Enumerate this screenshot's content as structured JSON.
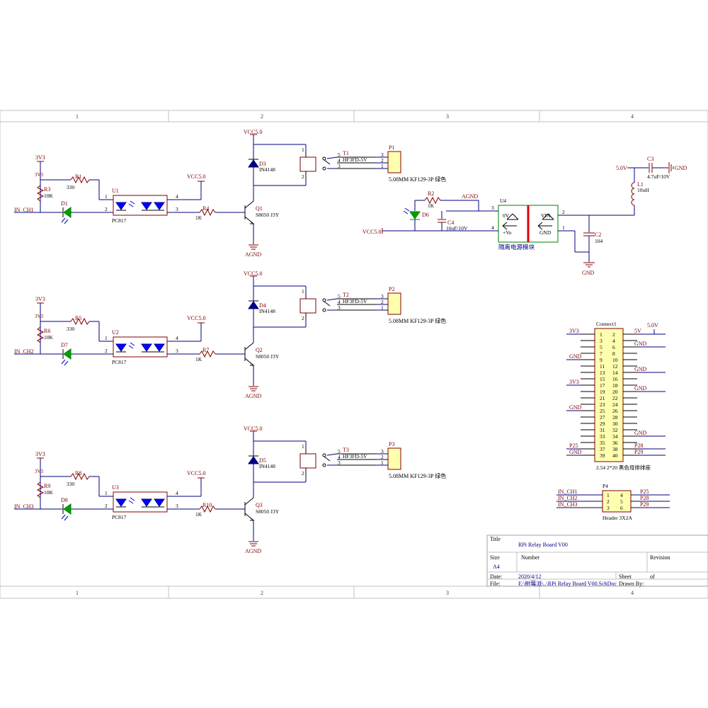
{
  "zones": {
    "top": [
      "1",
      "2",
      "3",
      "4"
    ],
    "bottom": [
      "1",
      "2",
      "3",
      "4"
    ]
  },
  "channels": [
    {
      "in": "IN_CH1",
      "supply": "3V3",
      "rin": "R3",
      "rin_val": "10K",
      "rs": "R1",
      "rs_val": "330",
      "led": "D1",
      "opto": "U1",
      "opto_part": "PC817",
      "vcc": "VCC5.0",
      "rb": "R4",
      "rb_val": "1K",
      "q": "Q1",
      "q_part": "S8050 J3Y",
      "gnd": "AGND",
      "dd": "D3",
      "dd_part": "IN4148",
      "relay": "T1",
      "relay_part": "HF3FD-5V",
      "conn": "P1",
      "conn_part": "5.08MM KF129-3P 绿色"
    },
    {
      "in": "IN_CH2",
      "supply": "3V3",
      "rin": "R6",
      "rin_val": "10K",
      "rs": "R5",
      "rs_val": "330",
      "led": "D7",
      "opto": "U2",
      "opto_part": "PC817",
      "vcc": "VCC5.0",
      "rb": "R7",
      "rb_val": "1K",
      "q": "Q2",
      "q_part": "S8050 J3Y",
      "gnd": "AGND",
      "dd": "D4",
      "dd_part": "IN4148",
      "relay": "T2",
      "relay_part": "HF3FD-5V",
      "conn": "P2",
      "conn_part": "5.08MM KF129-3P 绿色"
    },
    {
      "in": "IN_CH3",
      "supply": "3V3",
      "rin": "R9",
      "rin_val": "10K",
      "rs": "R8",
      "rs_val": "330",
      "led": "D8",
      "opto": "U3",
      "opto_part": "PC817",
      "vcc": "VCC5.0",
      "rb": "R10",
      "rb_val": "1K",
      "q": "Q3",
      "q_part": "S8050 J3Y",
      "gnd": "AGND",
      "dd": "D5",
      "dd_part": "IN4148",
      "relay": "T3",
      "relay_part": "HF3FD-5V",
      "conn": "P3",
      "conn_part": "5.08MM KF129-3P 绿色"
    }
  ],
  "pins": {
    "opto": [
      "1",
      "2",
      "4",
      "3"
    ],
    "relay": [
      "5",
      "4",
      "3",
      "1",
      "2"
    ],
    "conn": [
      "3",
      "2",
      "1"
    ]
  },
  "power_module": {
    "ref": "U4",
    "label": "隔离电源模块",
    "pin_0v": "0V",
    "pin_vo": "+Vo",
    "pin_vin": "VIN",
    "pin_gnd": "GND",
    "pin_nums": [
      "3",
      "4",
      "2",
      "1"
    ],
    "r2": "R2",
    "r2_val": "1K",
    "d6": "D6",
    "agnd": "AGND",
    "c4": "C4",
    "c4_val": "10uF/10V",
    "vcc": "VCC5.0",
    "c2": "C2",
    "c2_val": "104",
    "l1": "L1",
    "l1_val": "10uH",
    "c3": "C3",
    "c3_val": "4.7uF/10V",
    "v50": "5.0V",
    "gnd": "GND",
    "gnd2": "GND"
  },
  "header40": {
    "ref": "Connect1",
    "part": "2.54 2*20 黑色母排排座",
    "v50": "5.0V",
    "left_nets": {
      "1": "3V3",
      "9": "GND",
      "17": "3V3",
      "25": "GND",
      "37": "P25",
      "39": "GND"
    },
    "right_nets": {
      "2": "5V",
      "6": "GND",
      "14": "GND",
      "20": "GND",
      "34": "GND",
      "38": "P28",
      "40": "P29"
    }
  },
  "header6": {
    "ref": "P4",
    "part": "Header 3X2A",
    "left": [
      "IN_CH1",
      "IN_CH2",
      "IN_CH3"
    ],
    "right": [
      "P25",
      "P28",
      "P29"
    ],
    "pins": [
      [
        "1",
        "4"
      ],
      [
        "2",
        "5"
      ],
      [
        "3",
        "6"
      ]
    ]
  },
  "title_block": {
    "title_label": "Title",
    "title": "RPi Relay Board V00",
    "size_label": "Size",
    "size": "A4",
    "number_label": "Number",
    "revision_label": "Revision",
    "date_label": "Date:",
    "date": "2020/4/12",
    "sheet_label": "Sheet",
    "of_label": "of",
    "file_label": "File:",
    "file": "E:\\树莓派\\..\\RPi Relay Board V00.SchDoc",
    "drawn_label": "Drawn By:"
  }
}
